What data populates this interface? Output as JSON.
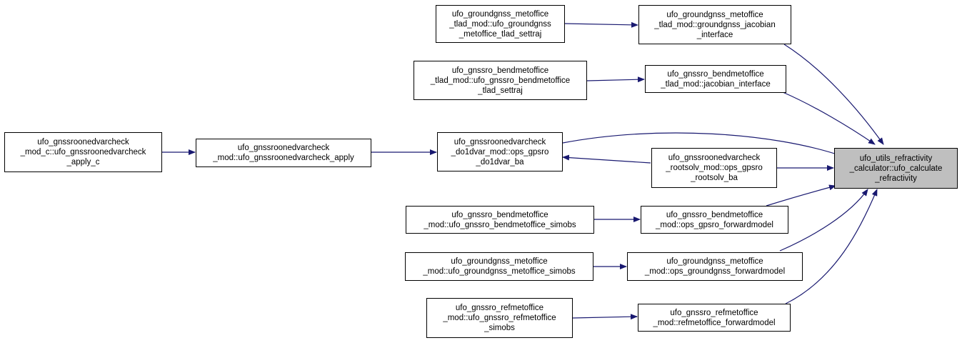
{
  "colors": {
    "edge": "#191970",
    "focus_fill": "#bfbfbf",
    "node_fill": "#ffffff",
    "border": "#000000"
  },
  "nodes": {
    "calc": {
      "lines": [
        "ufo_utils_refractivity",
        "_calculator::ufo_calculate",
        "_refractivity"
      ]
    },
    "gg_settraj": {
      "lines": [
        "ufo_groundgnss_metoffice",
        "_tlad_mod::ufo_groundgnss",
        "_metoffice_tlad_settraj"
      ]
    },
    "gg_jac": {
      "lines": [
        "ufo_groundgnss_metoffice",
        "_tlad_mod::groundgnss_jacobian",
        "_interface"
      ]
    },
    "bm_settraj": {
      "lines": [
        "ufo_gnssro_bendmetoffice",
        "_tlad_mod::ufo_gnssro_bendmetoffice",
        "_tlad_settraj"
      ]
    },
    "bm_jac": {
      "lines": [
        "ufo_gnssro_bendmetoffice",
        "_tlad_mod::jacobian_interface"
      ]
    },
    "ov_c": {
      "lines": [
        "ufo_gnssroonedvarcheck",
        "_mod_c::ufo_gnssroonedvarcheck",
        "_apply_c"
      ]
    },
    "ov_apply": {
      "lines": [
        "ufo_gnssroonedvarcheck",
        "_mod::ufo_gnssroonedvarcheck_apply"
      ]
    },
    "ov_do1dvar": {
      "lines": [
        "ufo_gnssroonedvarcheck",
        "_do1dvar_mod::ops_gpsro",
        "_do1dvar_ba"
      ]
    },
    "ov_rootsolv": {
      "lines": [
        "ufo_gnssroonedvarcheck",
        "_rootsolv_mod::ops_gpsro",
        "_rootsolv_ba"
      ]
    },
    "bm_simobs": {
      "lines": [
        "ufo_gnssro_bendmetoffice",
        "_mod::ufo_gnssro_bendmetoffice_simobs"
      ]
    },
    "bm_fwd": {
      "lines": [
        "ufo_gnssro_bendmetoffice",
        "_mod::ops_gpsro_forwardmodel"
      ]
    },
    "gg_simobs": {
      "lines": [
        "ufo_groundgnss_metoffice",
        "_mod::ufo_groundgnss_metoffice_simobs"
      ]
    },
    "gg_fwd": {
      "lines": [
        "ufo_groundgnss_metoffice",
        "_mod::ops_groundgnss_forwardmodel"
      ]
    },
    "rm_simobs": {
      "lines": [
        "ufo_gnssro_refmetoffice",
        "_mod::ufo_gnssro_refmetoffice",
        "_simobs"
      ]
    },
    "rm_fwd": {
      "lines": [
        "ufo_gnssro_refmetoffice",
        "_mod::refmetoffice_forwardmodel"
      ]
    }
  }
}
